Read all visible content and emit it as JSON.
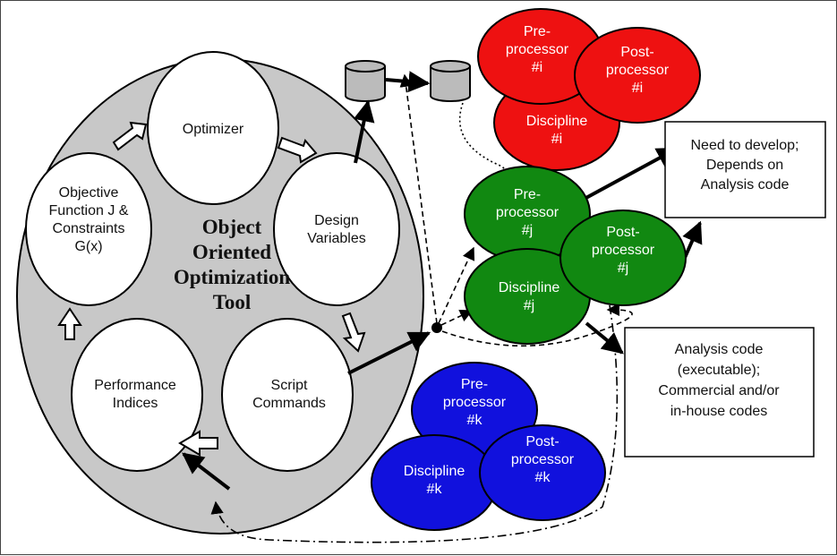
{
  "tool": {
    "title_lines": [
      "Object",
      "Oriented",
      "Optimization",
      "Tool"
    ]
  },
  "cycle": {
    "optimizer": [
      "Optimizer"
    ],
    "design_variables": [
      "Design",
      "Variables"
    ],
    "script_commands": [
      "Script",
      "Commands"
    ],
    "performance_indices": [
      "Performance",
      "Indices"
    ],
    "objective": [
      "Objective",
      "Function J &",
      "Constraints",
      "G(x)"
    ]
  },
  "groups": {
    "i": {
      "color": "#ee1111",
      "pre": [
        "Pre-",
        "processor",
        "#i"
      ],
      "post": [
        "Post-",
        "processor",
        "#i"
      ],
      "discipline": [
        "Discipline",
        "#i"
      ]
    },
    "j": {
      "color": "#118811",
      "pre": [
        "Pre-",
        "processor",
        "#j"
      ],
      "post": [
        "Post-",
        "processor",
        "#j"
      ],
      "discipline": [
        "Discipline",
        "#j"
      ]
    },
    "k": {
      "color": "#1111dd",
      "pre": [
        "Pre-",
        "processor",
        "#k"
      ],
      "post": [
        "Post-",
        "processor",
        "#k"
      ],
      "discipline": [
        "Discipline",
        "#k"
      ]
    }
  },
  "notes": {
    "develop": [
      "Need to develop;",
      "Depends on",
      "Analysis code"
    ],
    "analysis": [
      "Analysis code",
      "(executable);",
      "Commercial and/or",
      "in-house codes"
    ]
  }
}
